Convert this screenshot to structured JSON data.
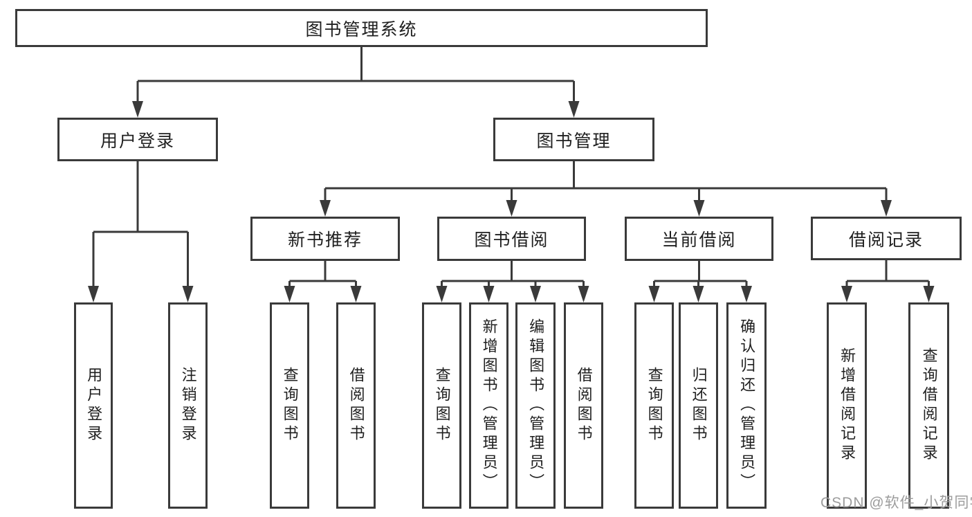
{
  "tree": {
    "root": {
      "label": "图书管理系统"
    },
    "children": [
      {
        "label": "用户登录",
        "children": [
          {
            "label": "用户登录"
          },
          {
            "label": "注销登录"
          }
        ]
      },
      {
        "label": "图书管理",
        "children": [
          {
            "label": "新书推荐",
            "children": [
              {
                "label": "查询图书"
              },
              {
                "label": "借阅图书"
              }
            ]
          },
          {
            "label": "图书借阅",
            "children": [
              {
                "label": "查询图书"
              },
              {
                "label": "新增图书（管理员）"
              },
              {
                "label": "编辑图书（管理员）"
              },
              {
                "label": "借阅图书"
              }
            ]
          },
          {
            "label": "当前借阅",
            "children": [
              {
                "label": "查询图书"
              },
              {
                "label": "归还图书"
              },
              {
                "label": "确认归还（管理员）"
              }
            ]
          },
          {
            "label": "借阅记录",
            "children": [
              {
                "label": "新增借阅记录"
              },
              {
                "label": "查询借阅记录"
              }
            ]
          }
        ]
      }
    ]
  },
  "watermark": {
    "text": "CSDN @软件_小贺同学"
  },
  "colors": {
    "line": "#3a3a3a",
    "text": "#1f1f1f",
    "watermark": "#9c9c9c",
    "box_background": "#ffffff"
  }
}
